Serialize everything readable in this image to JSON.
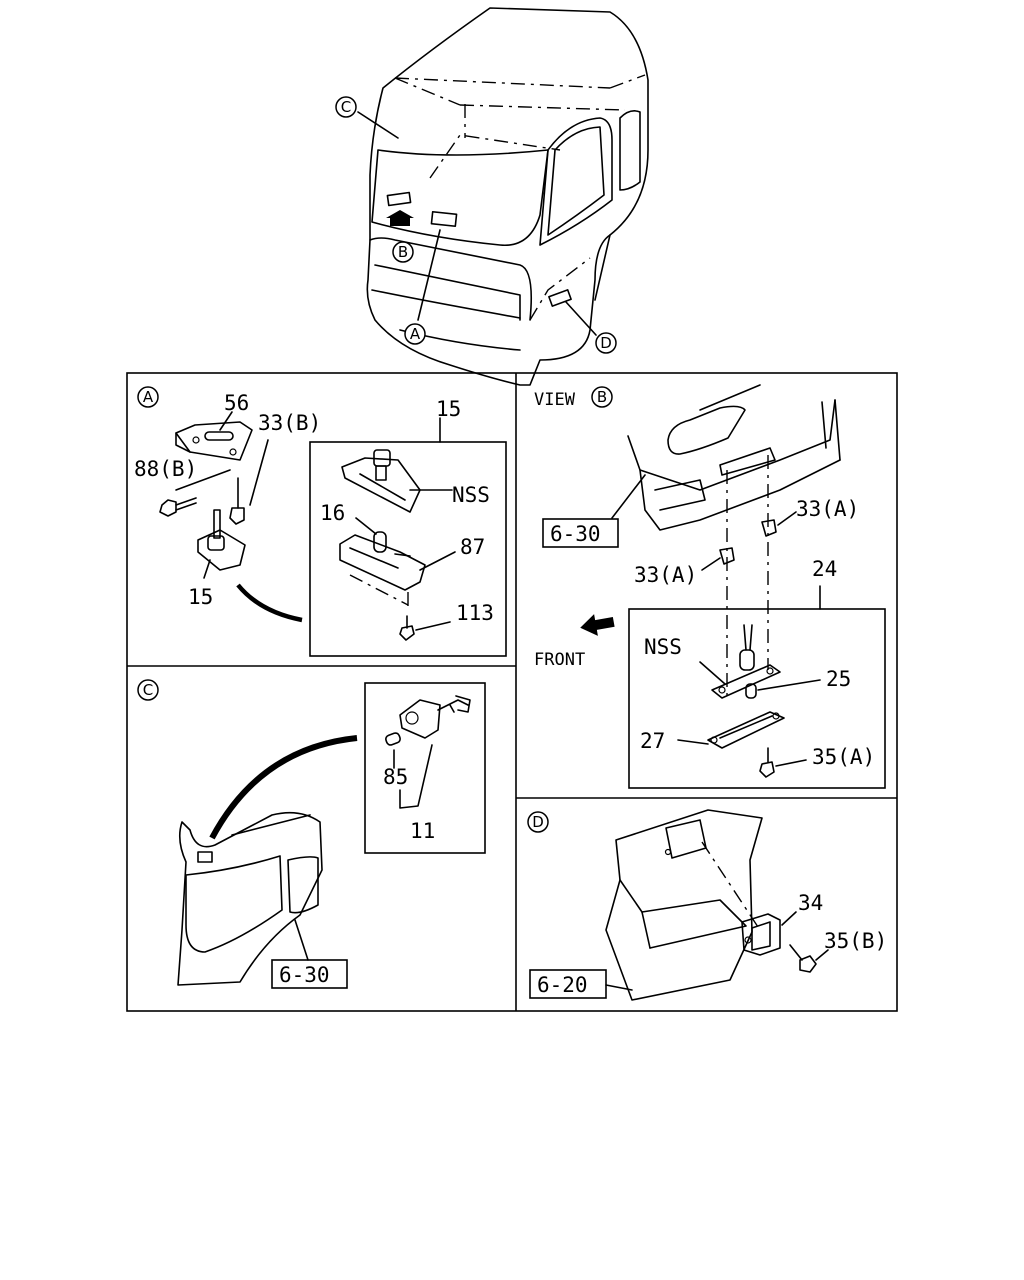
{
  "callouts": {
    "a": "A",
    "b": "B",
    "c": "C",
    "d": "D"
  },
  "panel_a": {
    "p56": "56",
    "p33b": "33(B)",
    "p88b": "88(B)",
    "p15a": "15",
    "p15b": "15",
    "p16": "16",
    "nss": "NSS",
    "p87": "87",
    "p113": "113"
  },
  "panel_b": {
    "view": "VIEW",
    "ref": "6-30",
    "p33a_1": "33(A)",
    "p33a_2": "33(A)",
    "p24": "24",
    "front": "FRONT",
    "nss": "NSS",
    "p25": "25",
    "p27": "27",
    "p35a": "35(A)"
  },
  "panel_c": {
    "p85": "85",
    "p11": "11",
    "ref": "6-30"
  },
  "panel_d": {
    "p34": "34",
    "p35b": "35(B)",
    "ref": "6-20"
  }
}
